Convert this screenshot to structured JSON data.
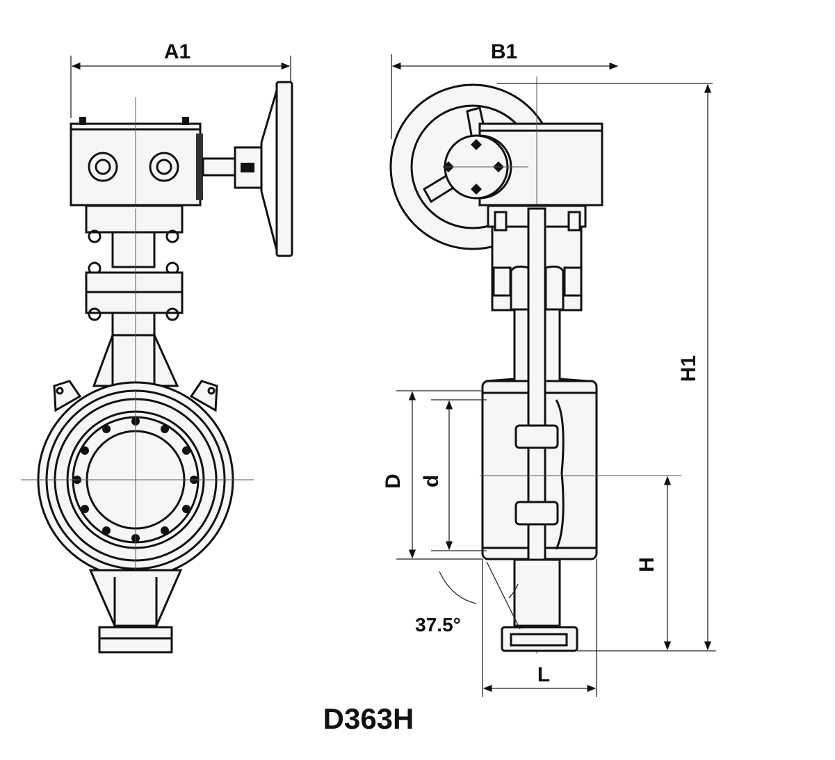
{
  "model": "D363H",
  "dimensions": {
    "a1": "A1",
    "b1": "B1",
    "h1": "H1",
    "d_outer": "D",
    "d_inner": "d",
    "h": "H",
    "l": "L",
    "angle": "37.5°"
  }
}
